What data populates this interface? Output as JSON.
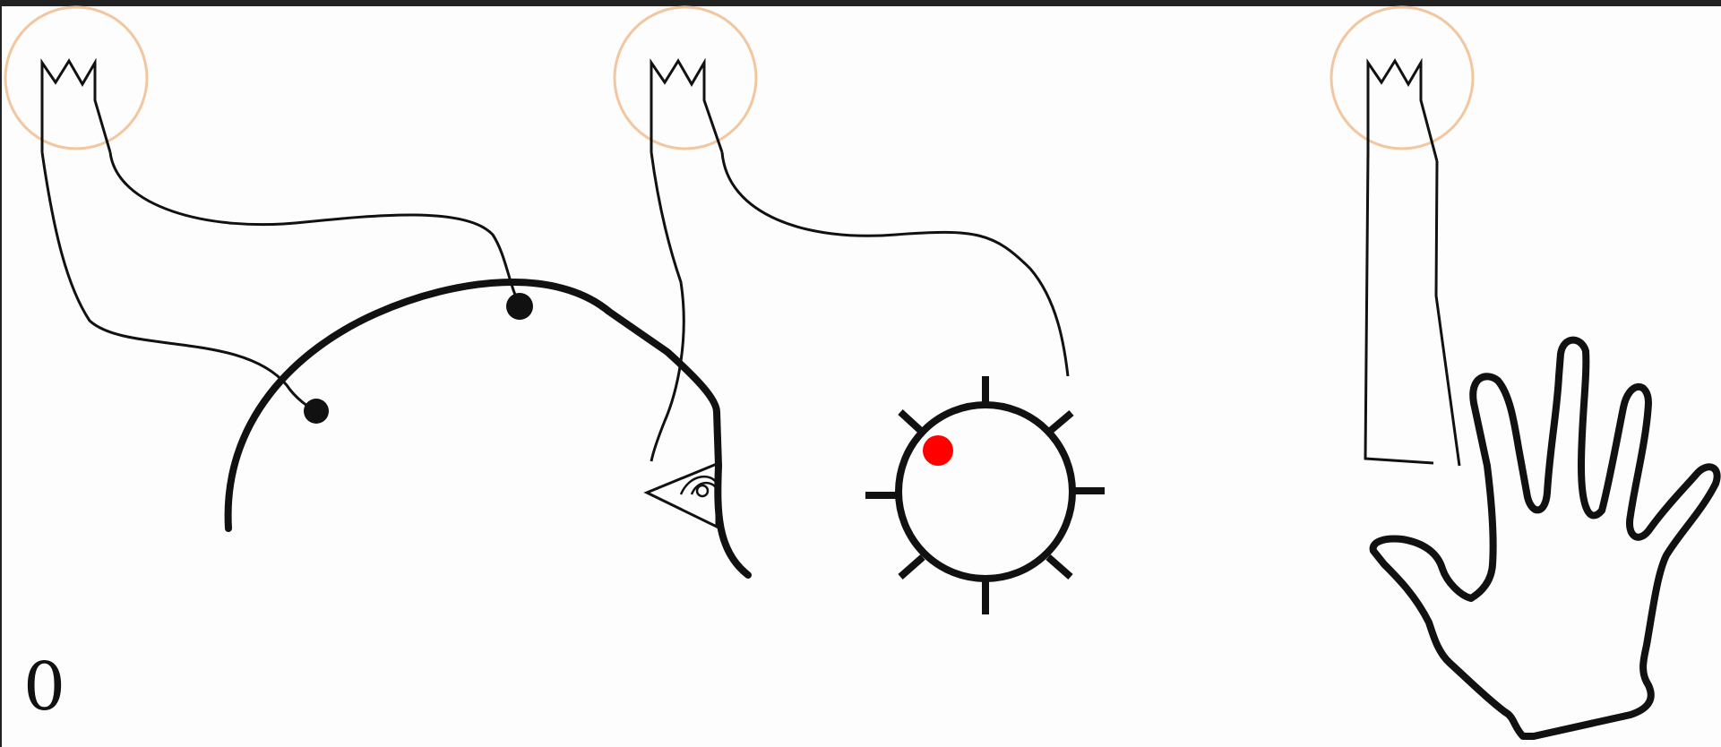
{
  "frame_number": "0",
  "colors": {
    "background": "#fdfdfd",
    "border": "#222222",
    "stroke": "#111111",
    "highlight_ring": "#f2c7a0",
    "red_dot": "#ff0000"
  },
  "panels": [
    {
      "name": "head-panel",
      "icons": [
        "comb-shape-icon",
        "head-outline-icon",
        "eye-icon"
      ]
    },
    {
      "name": "light-panel",
      "icons": [
        "comb-shape-icon",
        "sun-icon"
      ]
    },
    {
      "name": "hand-panel",
      "icons": [
        "comb-shape-icon",
        "hand-icon"
      ]
    }
  ]
}
